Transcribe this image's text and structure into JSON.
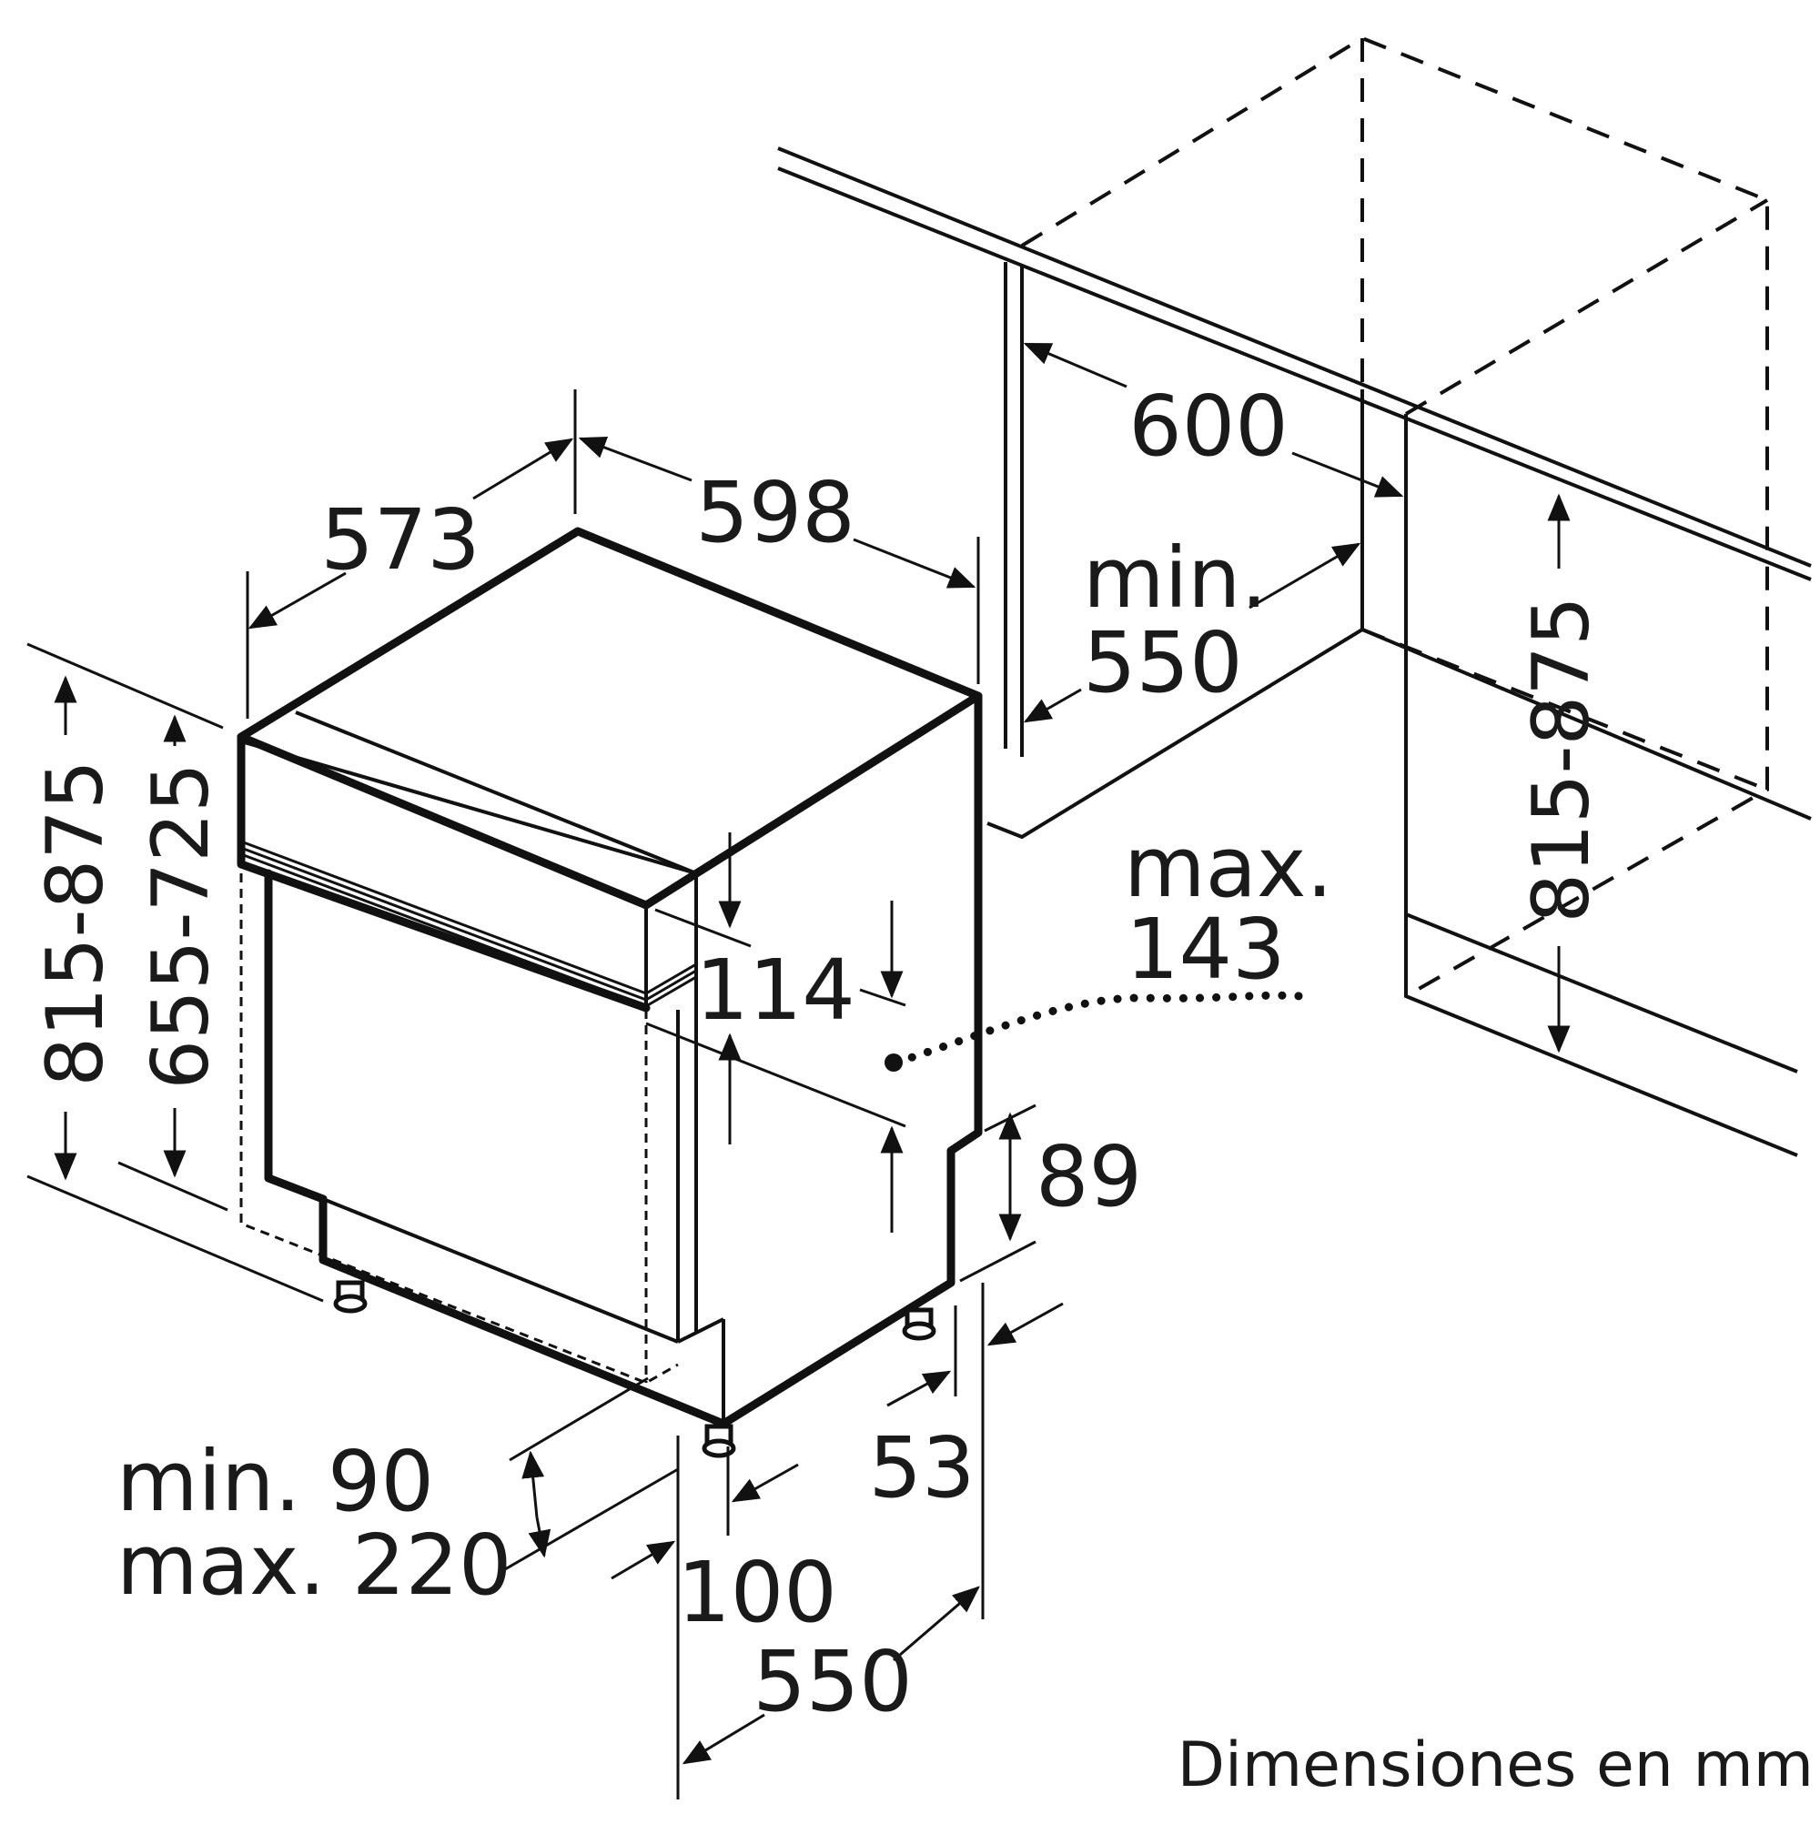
{
  "dimensions": {
    "depth_573": "573",
    "width_598": "598",
    "niche_depth_600": "600",
    "niche_min": "min.",
    "niche_min_550": "550",
    "height_left_815_875": "815-875",
    "height_left_655_725": "655-725",
    "height_right_815_875": "815-875",
    "panel_114": "114",
    "max_label": "max.",
    "max_143": "143",
    "toe_89": "89",
    "foot_53": "53",
    "plinth_min": "min. 90",
    "plinth_max": "max. 220",
    "offset_100": "100",
    "depth_550": "550"
  },
  "caption": "Dimensiones en mm"
}
